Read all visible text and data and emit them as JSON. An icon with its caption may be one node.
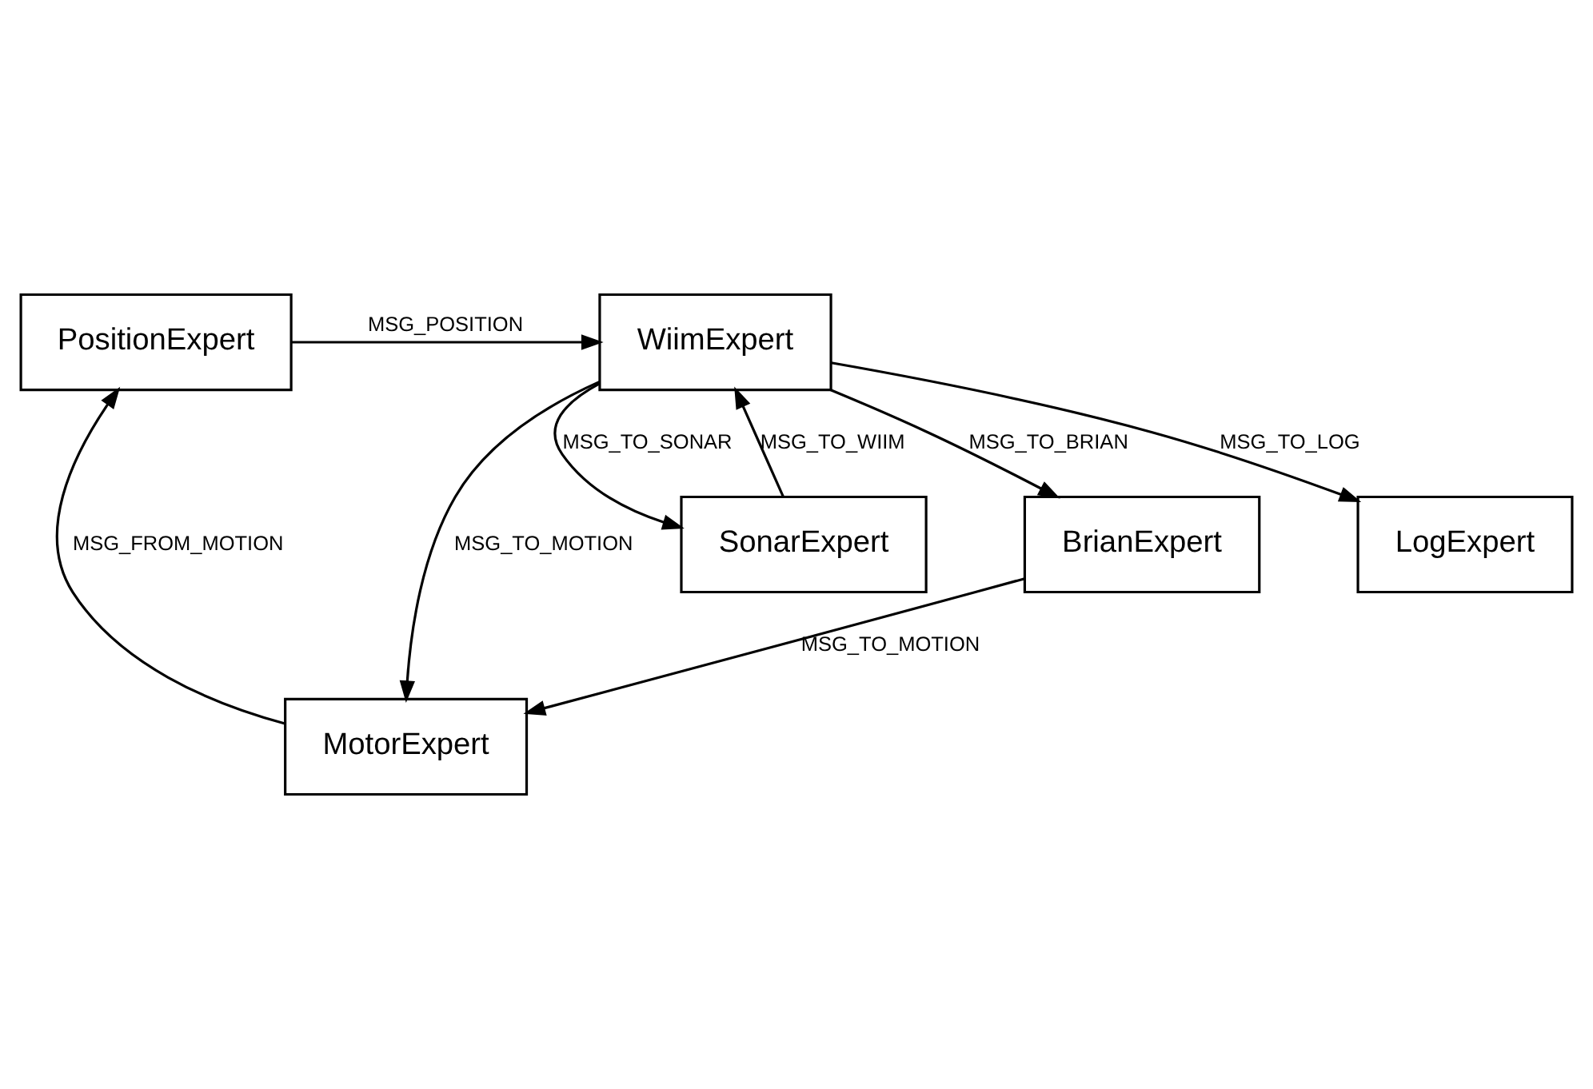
{
  "diagram": {
    "nodes": [
      {
        "text": [
          "LogExpert"
        ]
      },
      {
        "text": [
          "PositionExpert"
        ]
      },
      {
        "text": [
          "WiimExpert"
        ]
      },
      {
        "text": [
          "MotorExpert"
        ]
      },
      {
        "text": [
          "SonarExpert"
        ]
      },
      {
        "text": [
          "BrianExpert"
        ]
      }
    ],
    "edges": [
      {
        "from": 2,
        "to": 0,
        "arrow": "to",
        "label": "MSG_TO_LOG"
      },
      {
        "from": 1,
        "to": 2,
        "arrow": "to",
        "label": "MSG_POSITION"
      },
      {
        "from": 3,
        "to": 1,
        "arrow": "to",
        "label": "MSG_FROM_MOTION"
      },
      {
        "from": 2,
        "to": 3,
        "arrow": "to",
        "label": "MSG_TO_MOTION"
      },
      {
        "from": 4,
        "to": 2,
        "arrow": "to",
        "label": "MSG_TO_WIIM"
      },
      {
        "from": 2,
        "to": 4,
        "arrow": "to",
        "label": "MSG_TO_SONAR"
      },
      {
        "from": 2,
        "to": 5,
        "arrow": "to",
        "label": "MSG_TO_BRIAN"
      },
      {
        "from": 5,
        "to": 3,
        "arrow": "to",
        "label": "MSG_TO_MOTION"
      }
    ]
  }
}
